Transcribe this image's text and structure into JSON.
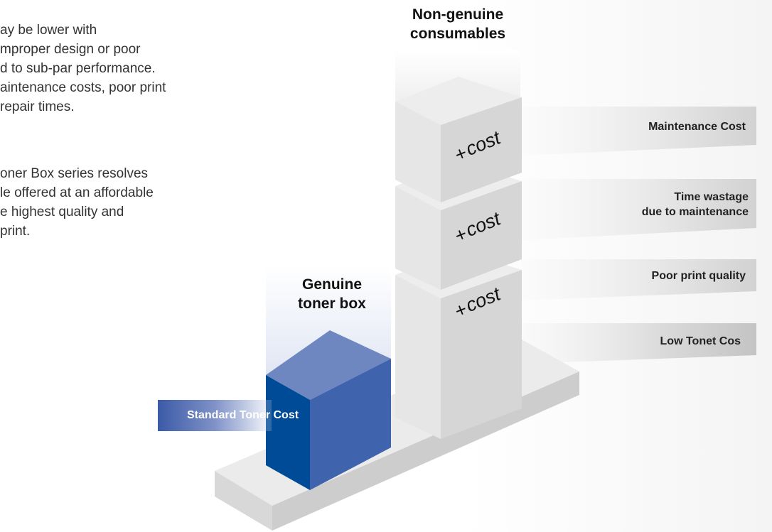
{
  "intro": {
    "paragraph1": "ay be lower with\nmproper design or poor\nd to sub-par performance.\naintenance costs, poor print\nrepair times.",
    "paragraph2": "oner Box series resolves\nle offered at an affordable\ne highest quality and\nprint."
  },
  "columns": {
    "non_genuine": "Non-genuine\nconsumables",
    "genuine": "Genuine\ntoner box"
  },
  "cost_tag": "cost",
  "cost_prefix": "+",
  "right_labels": {
    "maintenance": "Maintenance Cost",
    "time_wastage": "Time wastage\ndue to maintenance",
    "poor_quality": "Poor print quality",
    "low_toner": "Low Tonet Cos"
  },
  "left_label": "Standard Toner Cost",
  "colors": {
    "genuine_front": "#004b97",
    "genuine_side": "#3f63ad",
    "genuine_top": "#6f87c0",
    "grey_front": "#e6e6e6",
    "grey_side": "#d6d6d6",
    "grey_top": "#ededed",
    "base": "#e0e0e0"
  }
}
